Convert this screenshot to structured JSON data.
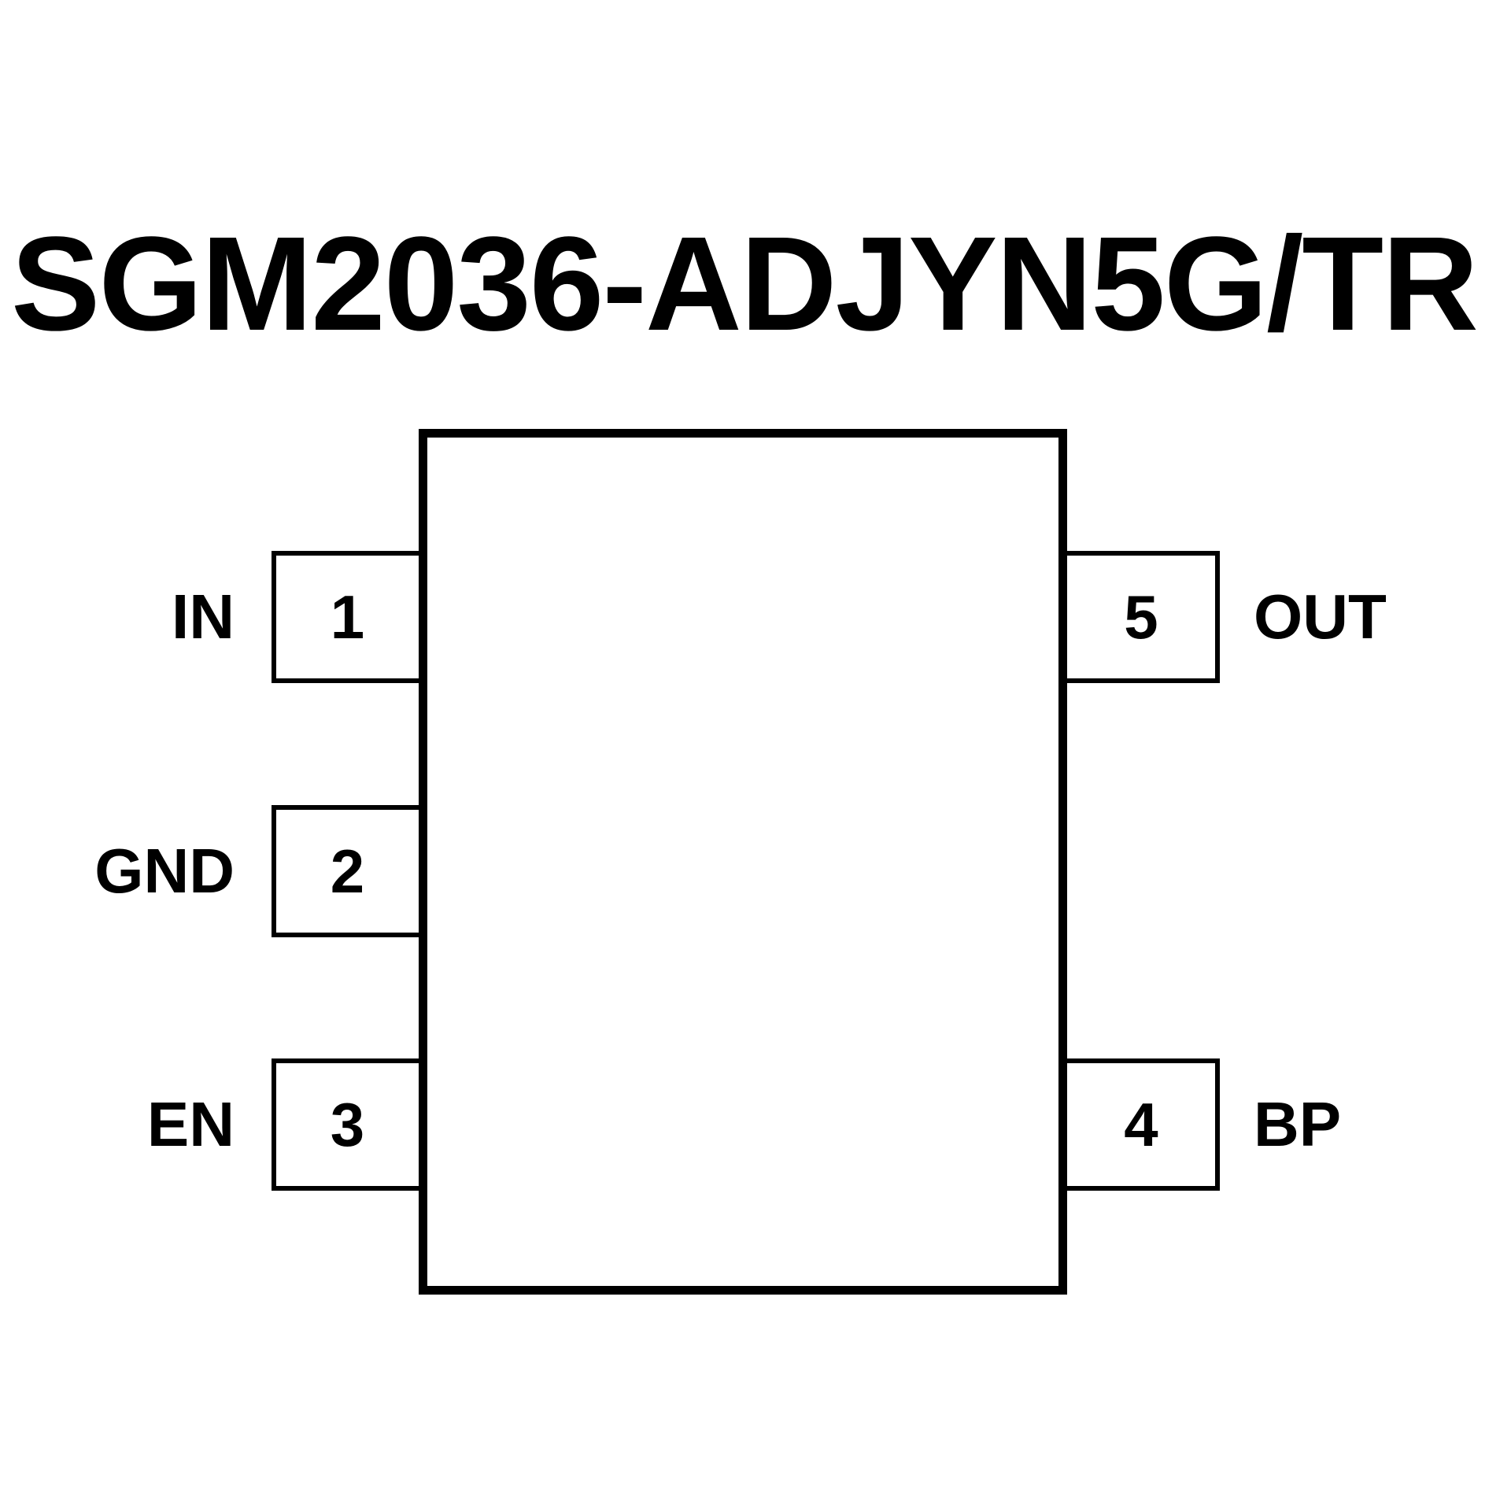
{
  "page_title": "SGM2036-ADJYN5G/TR",
  "diagram": {
    "type": "ic-pinout",
    "pins_left": [
      {
        "number": "1",
        "label": "IN"
      },
      {
        "number": "2",
        "label": "GND"
      },
      {
        "number": "3",
        "label": "EN"
      }
    ],
    "pins_right": [
      {
        "number": "5",
        "label": "OUT"
      },
      {
        "number": "4",
        "label": "BP"
      }
    ]
  },
  "colors": {
    "ink": "#000000",
    "background": "#ffffff"
  }
}
